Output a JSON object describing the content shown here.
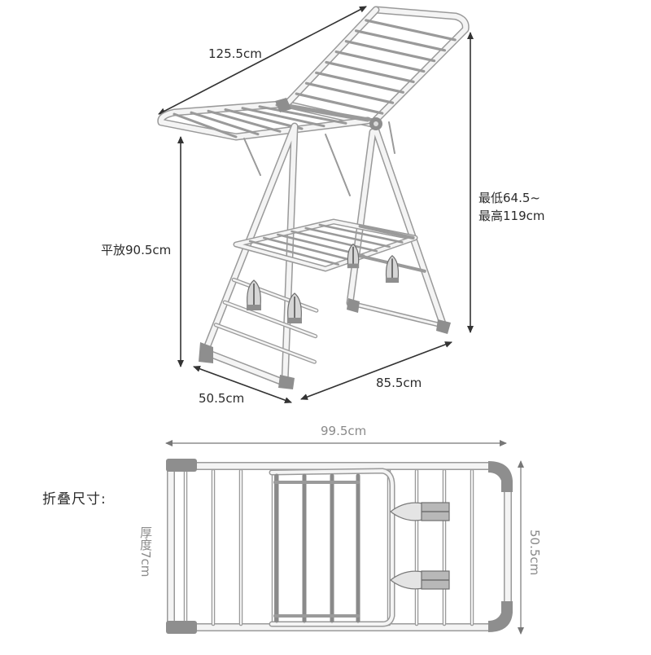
{
  "dimensions": {
    "width_top": "125.5cm",
    "height_flat": "平放90.5cm",
    "height_range_line1": "最低64.5~",
    "height_range_line2": "最高119cm",
    "depth": "50.5cm",
    "length": "85.5cm"
  },
  "folded": {
    "title": "折叠尺寸:",
    "length": "99.5cm",
    "thickness": "厚度7cm",
    "width": "50.5cm"
  },
  "colors": {
    "frame": "#f4f4f4",
    "frame_outline": "#9a9a9a",
    "joint": "#8e8e8e",
    "dimension_line": "#333333",
    "text": "#2b2b2b",
    "muted_text": "#8a8a8a"
  }
}
